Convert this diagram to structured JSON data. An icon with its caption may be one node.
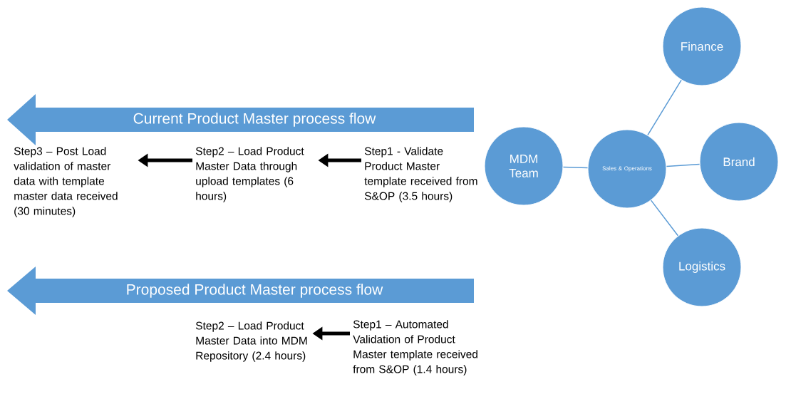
{
  "diagram": {
    "nodes": [
      {
        "text": [
          "Current Product Master process flow"
        ]
      },
      {
        "text": [
          "Step3 – Post Load validation of master data with template master data received (30 minutes)"
        ]
      },
      {
        "text": [
          "Step2 – Load Product Master Data through upload templates (6 hours)"
        ]
      },
      {
        "text": [
          "Step1 - Validate Product Master template received from S&OP (3.5 hours)"
        ]
      },
      {
        "text": [
          "Proposed Product Master process flow"
        ]
      },
      {
        "text": [
          "Step2 – Load Product Master Data into MDM Repository (2.4 hours)"
        ]
      },
      {
        "text": [
          "Step1 – Automated Validation of Product Master template received from S&OP (1.4 hours)"
        ]
      },
      {
        "text": [
          "MDM Team"
        ]
      },
      {
        "text": [
          "Sales & Operations"
        ]
      },
      {
        "text": [
          "Finance"
        ]
      },
      {
        "text": [
          "Brand"
        ]
      },
      {
        "text": [
          "Logistics"
        ]
      }
    ],
    "edges": [
      {
        "from": 3,
        "to": 2,
        "arrow": "to",
        "style": "thick",
        "color": "#000000"
      },
      {
        "from": 2,
        "to": 1,
        "arrow": "to",
        "style": "thick",
        "color": "#000000"
      },
      {
        "from": 6,
        "to": 5,
        "arrow": "to",
        "style": "thick",
        "color": "#000000"
      },
      {
        "from": 8,
        "to": 7,
        "arrow": "none"
      },
      {
        "from": 8,
        "to": 9,
        "arrow": "none"
      },
      {
        "from": 8,
        "to": 10,
        "arrow": "none"
      },
      {
        "from": 8,
        "to": 11,
        "arrow": "none"
      }
    ]
  }
}
